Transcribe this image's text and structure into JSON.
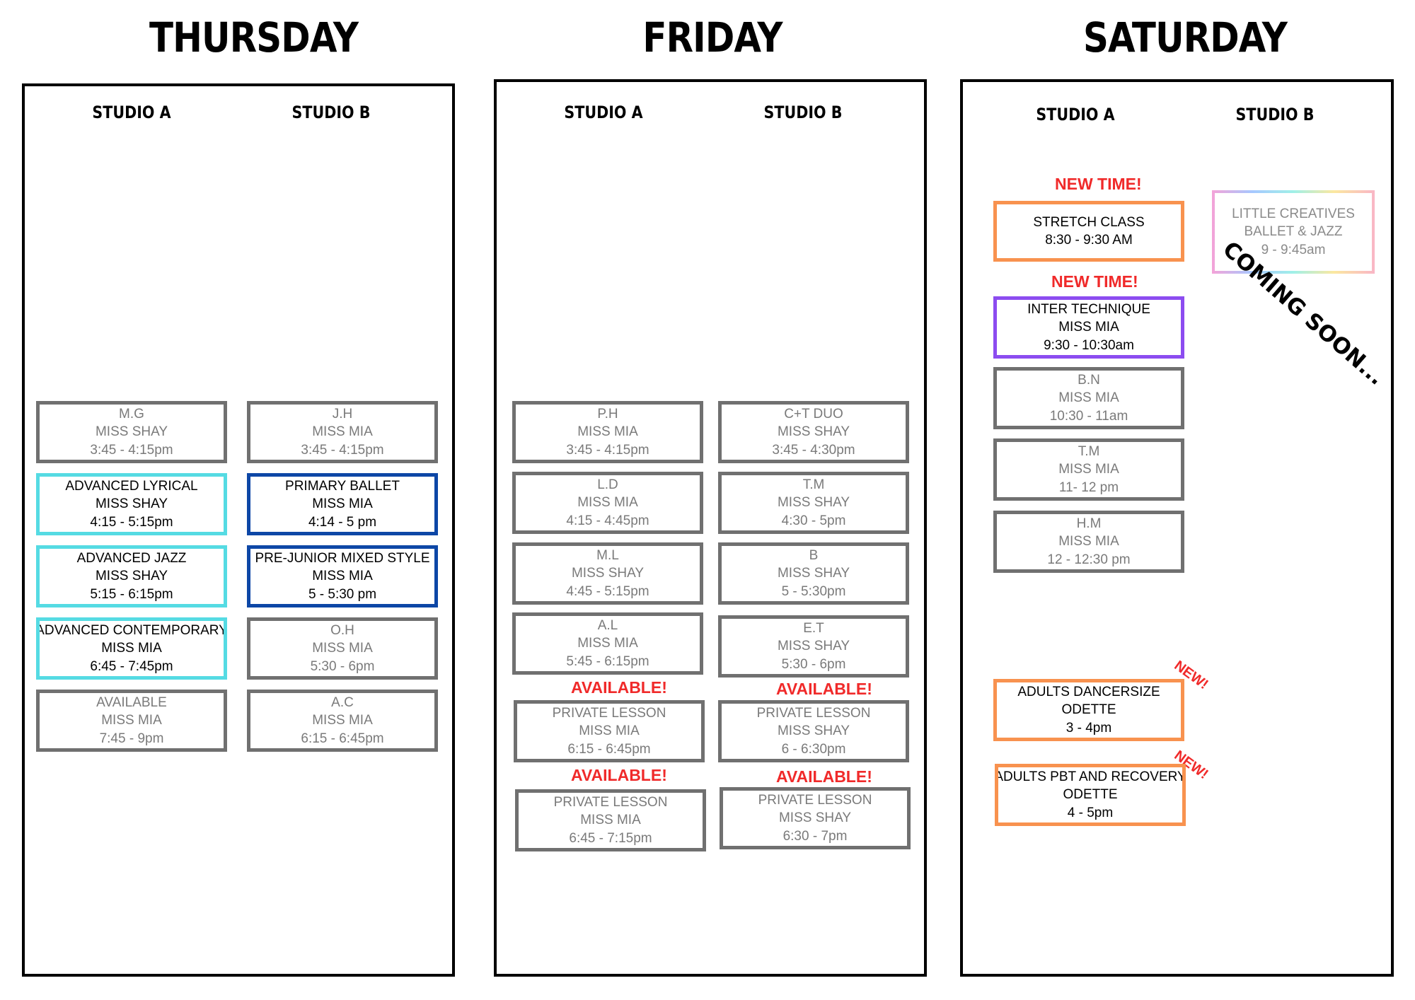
{
  "days": [
    {
      "name": "THURSDAY",
      "studios": [
        "STUDIO A",
        "STUDIO B"
      ],
      "classes": [
        {
          "lines": [
            "M.G",
            "MISS SHAY",
            "3:45 - 4:15pm"
          ]
        },
        {
          "lines": [
            "ADVANCED LYRICAL",
            "MISS SHAY",
            "4:15 - 5:15pm"
          ],
          "border": "#55dbe3"
        },
        {
          "lines": [
            "ADVANCED JAZZ",
            "MISS SHAY",
            "5:15 - 6:15pm"
          ],
          "border": "#55dbe3"
        },
        {
          "lines": [
            "ADVANCED CONTEMPORARY",
            "MISS MIA",
            "6:45 - 7:45pm"
          ],
          "border": "#55dbe3"
        },
        {
          "lines": [
            "AVAILABLE",
            "MISS MIA",
            "7:45 - 9pm"
          ]
        },
        {
          "lines": [
            "J.H",
            "MISS MIA",
            "3:45 - 4:15pm"
          ]
        },
        {
          "lines": [
            "PRIMARY BALLET",
            "MISS MIA",
            "4:14 - 5 pm"
          ],
          "border": "#0d47a6"
        },
        {
          "lines": [
            "PRE-JUNIOR MIXED STYLE",
            "MISS MIA",
            "5 - 5:30 pm"
          ],
          "border": "#0d47a6"
        },
        {
          "lines": [
            "O.H",
            "MISS MIA",
            "5:30 - 6pm"
          ]
        },
        {
          "lines": [
            "A.C",
            "MISS MIA",
            "6:15 - 6:45pm"
          ]
        }
      ]
    },
    {
      "name": "FRIDAY",
      "studios": [
        "STUDIO A",
        "STUDIO B"
      ],
      "classes": [
        {
          "lines": [
            "P.H",
            "MISS MIA",
            "3:45 - 4:15pm"
          ]
        },
        {
          "lines": [
            "L.D",
            "MISS MIA",
            "4:15 - 4:45pm"
          ]
        },
        {
          "lines": [
            "M.L",
            "MISS SHAY",
            "4:45 - 5:15pm"
          ]
        },
        {
          "lines": [
            "A.L",
            "MISS MIA",
            "5:45 - 6:15pm"
          ]
        },
        {
          "lines": [
            "PRIVATE LESSON",
            "MISS MIA",
            "6:15 - 6:45pm"
          ],
          "tag": "AVAILABLE!"
        },
        {
          "lines": [
            "PRIVATE LESSON",
            "MISS MIA",
            "6:45 - 7:15pm"
          ],
          "tag": "AVAILABLE!"
        },
        {
          "lines": [
            "C+T DUO",
            "MISS SHAY",
            "3:45 - 4:30pm"
          ]
        },
        {
          "lines": [
            "T.M",
            "MISS SHAY",
            "4:30 - 5pm"
          ]
        },
        {
          "lines": [
            "B",
            "MISS SHAY",
            "5 - 5:30pm"
          ]
        },
        {
          "lines": [
            "E.T",
            "MISS SHAY",
            "5:30 - 6pm"
          ]
        },
        {
          "lines": [
            "PRIVATE LESSON",
            "MISS SHAY",
            "6 - 6:30pm"
          ],
          "tag": "AVAILABLE!"
        },
        {
          "lines": [
            "PRIVATE LESSON",
            "MISS SHAY",
            "6:30 - 7pm"
          ],
          "tag": "AVAILABLE!"
        }
      ]
    },
    {
      "name": "SATURDAY",
      "studios": [
        "STUDIO A",
        "STUDIO B"
      ],
      "classes": [
        {
          "lines": [
            "STRETCH CLASS",
            "8:30 - 9:30 AM"
          ],
          "border": "#f8924f",
          "tag": "NEW TIME!"
        },
        {
          "lines": [
            "INTER TECHNIQUE",
            "MISS MIA",
            "9:30 - 10:30am"
          ],
          "border": "#8c4cf0",
          "tag": "NEW TIME!"
        },
        {
          "lines": [
            "B.N",
            "MISS MIA",
            "10:30 - 11am"
          ]
        },
        {
          "lines": [
            "T.M",
            "MISS MIA",
            "11- 12 pm"
          ]
        },
        {
          "lines": [
            "H.M",
            "MISS MIA",
            "12 - 12:30 pm"
          ]
        },
        {
          "lines": [
            "ADULTS DANCERSIZE",
            "ODETTE",
            "3 - 4pm"
          ],
          "border": "#f8924f",
          "tag": "NEW!"
        },
        {
          "lines": [
            "ADULTS PBT AND RECOVERY",
            "ODETTE",
            "4 - 5pm"
          ],
          "border": "#f8924f",
          "tag": "NEW!"
        },
        {
          "lines": [
            "LITTLE CREATIVES",
            "BALLET & JAZZ",
            "9 - 9:45am"
          ],
          "border": "gradient",
          "overlay": "COMING SOON..."
        }
      ]
    }
  ]
}
